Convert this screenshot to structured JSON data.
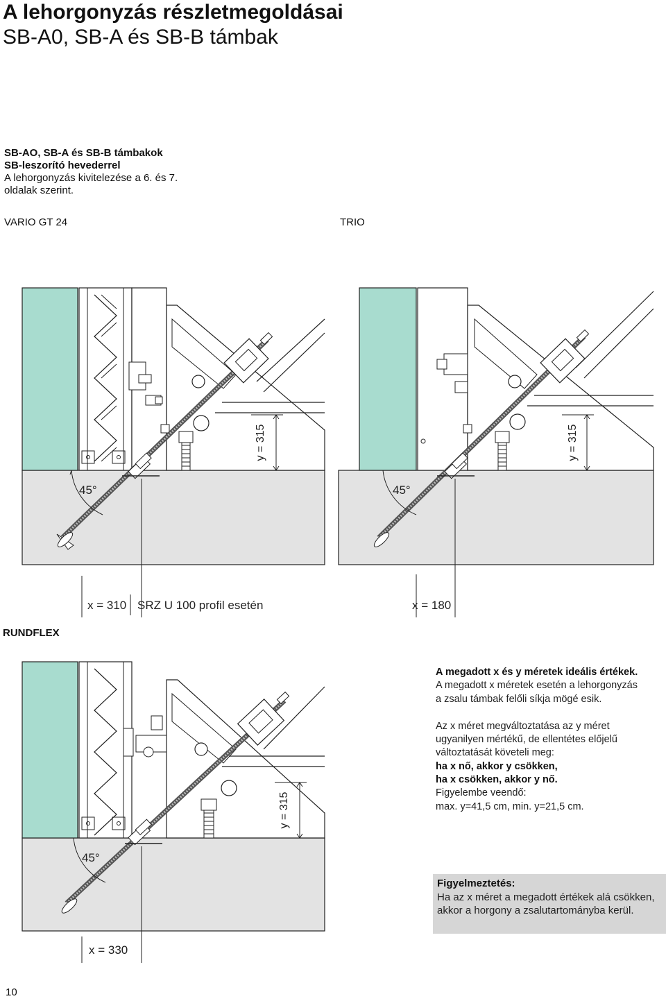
{
  "header": {
    "title": "A lehorgonyzás részletmegoldásai",
    "subtitle": "SB-A0, SB-A és SB-B támbak"
  },
  "intro": {
    "line1": "SB-AO, SB-A és SB-B támbakok",
    "line2": "SB-leszorító hevederrel",
    "line3": "A lehorgonyzás kivitelezése a 6. és 7.",
    "line4": "oldalak szerint."
  },
  "sections": {
    "vario": "VARIO GT 24",
    "trio": "TRIO",
    "rundflex": "RUNDFLEX"
  },
  "diagram_vario": {
    "angle": "45°",
    "y_dim": "y = 315",
    "x_dim": "x = 310",
    "x_note": "SRZ U 100 profil esetén"
  },
  "diagram_trio": {
    "angle": "45°",
    "y_dim": "y = 315",
    "x_dim": "x = 180"
  },
  "diagram_rundflex": {
    "angle": "45°",
    "y_dim": "y = 315",
    "x_dim": "x = 330"
  },
  "info": {
    "p1_bold": "A megadott x és y méretek ideális értékek.",
    "p1_text": "A megadott x méretek esetén a lehorgonyzás a zsalu támbak felőli síkja mögé esik.",
    "p2_text": "Az x méret megváltoztatása az y méret ugyanilyen mértékű, de ellentétes előjelű változtatását követeli meg:",
    "p2_bold1": "ha x nő, akkor y csökken,",
    "p2_bold2": "ha x csökken, akkor y nő.",
    "p2_text2": "Figyelembe veendő:",
    "p2_text3": "max. y=41,5 cm, min. y=21,5 cm."
  },
  "warning": {
    "title": "Figyelmeztetés:",
    "text": "Ha az x méret a megadott értékek alá csökken, akkor a horgony a zsalutartományba kerül."
  },
  "page_number": "10",
  "colors": {
    "wall": "#a8dccf",
    "concrete": "#e3e3e3",
    "warning_bg": "#d6d6d6"
  }
}
